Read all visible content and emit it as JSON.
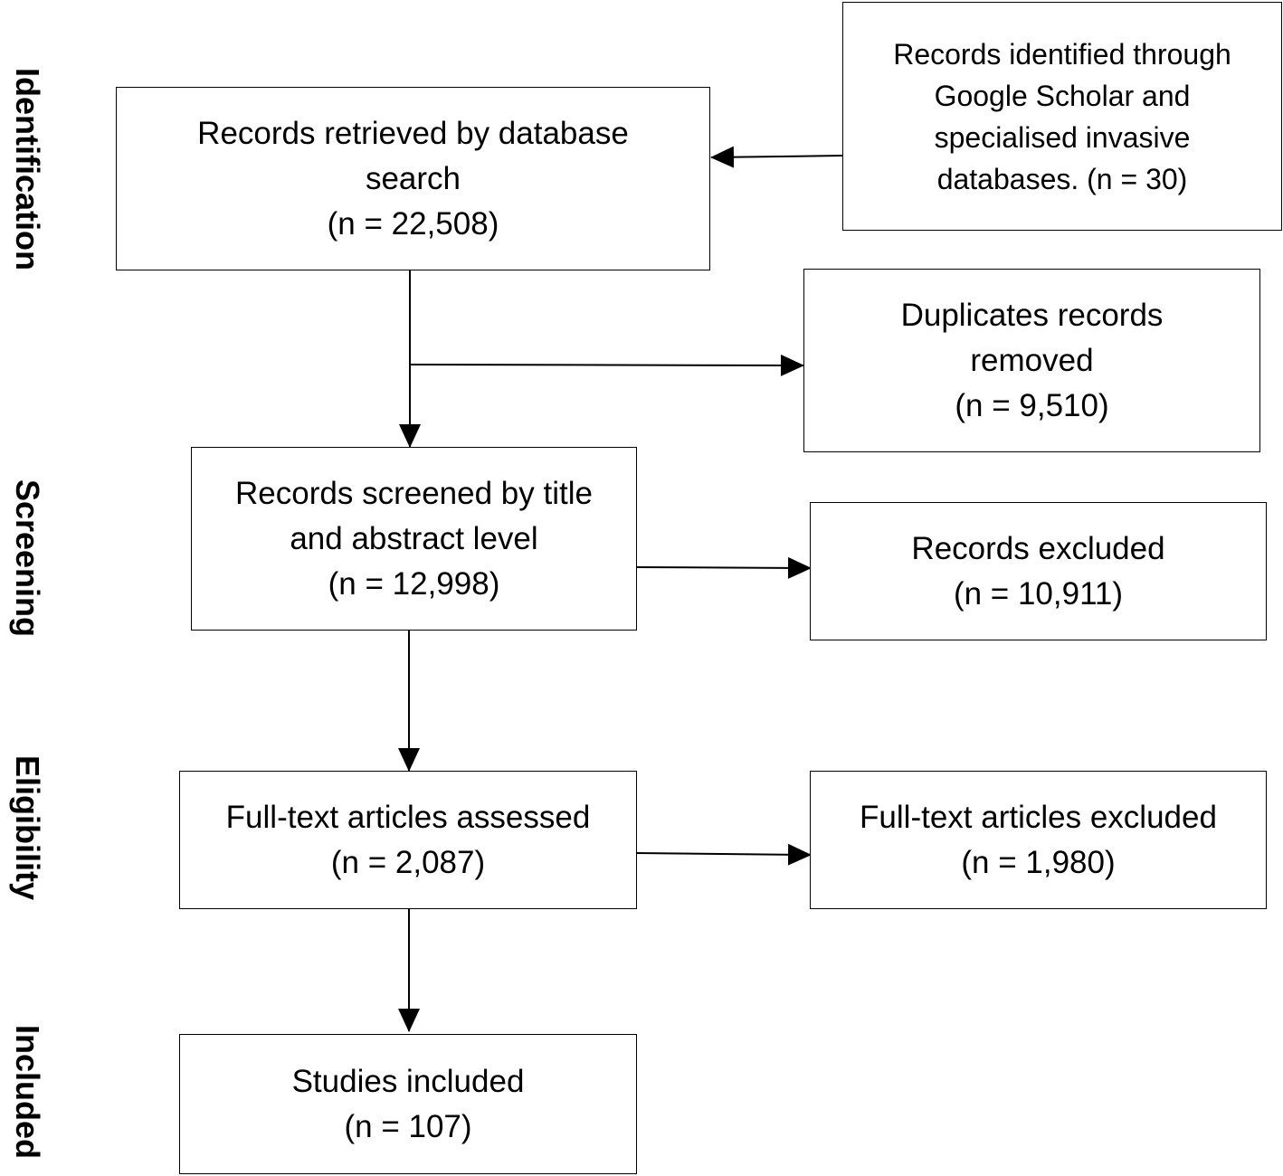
{
  "stages": {
    "identification": "Identification",
    "screening": "Screening",
    "eligibility": "Eligibility",
    "included": "Included"
  },
  "boxes": {
    "database_search": {
      "lines": [
        "Records retrieved by database",
        "search",
        "(n = 22,508)"
      ]
    },
    "other_sources": {
      "lines": [
        "Records identified through",
        "Google Scholar and",
        "specialised invasive",
        "databases. (n = 30)"
      ]
    },
    "duplicates_removed": {
      "lines": [
        "Duplicates records",
        "removed",
        "(n = 9,510)"
      ]
    },
    "screened": {
      "lines": [
        "Records screened by title",
        "and abstract level",
        "(n = 12,998)"
      ]
    },
    "records_excluded": {
      "lines": [
        "Records excluded",
        "(n = 10,911)"
      ]
    },
    "fulltext_assessed": {
      "lines": [
        "Full-text articles assessed",
        "(n = 2,087)"
      ]
    },
    "fulltext_excluded": {
      "lines": [
        "Full-text articles excluded",
        "(n = 1,980)"
      ]
    },
    "studies_included": {
      "lines": [
        "Studies included",
        "(n = 107)"
      ]
    }
  }
}
